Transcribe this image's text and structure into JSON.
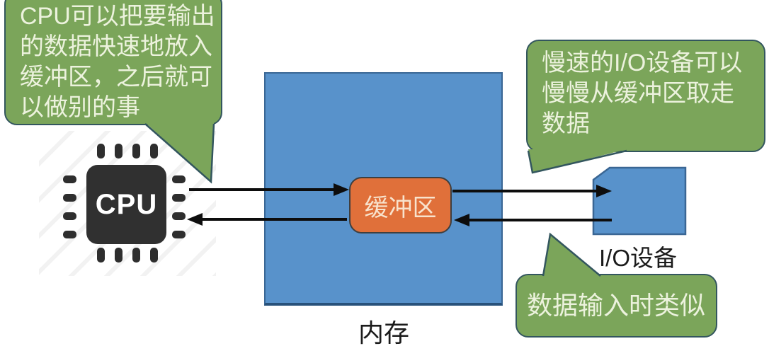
{
  "bubbles": {
    "cpu_note": {
      "text": "CPU可以把要输出\n的数据快速地放入\n缓冲区，之后就可\n以做别的事"
    },
    "io_note": {
      "text": "慢速的I/O设备可以\n慢慢从缓冲区取走\n数据"
    },
    "input_note": {
      "text": "数据输入时类似"
    }
  },
  "nodes": {
    "cpu": {
      "label": "CPU"
    },
    "buffer": {
      "label": "缓冲区"
    },
    "memory": {
      "label": "内存"
    },
    "io_device": {
      "label": "I/O设备"
    }
  },
  "colors": {
    "bubble_green": "#7ba55a",
    "bubble_border": "#33565e",
    "bubble_text": "#ecf2dd",
    "memory_blue": "#5892cb",
    "memory_border": "#3a6694",
    "buffer_orange": "#e0703a",
    "buffer_border": "#3f3f3f",
    "buffer_text": "#f8e3cd",
    "chip_dark": "#303030",
    "chip_text": "#ffffff",
    "arrow_black": "#0d0d0d",
    "label_text": "#1b1b1b"
  }
}
